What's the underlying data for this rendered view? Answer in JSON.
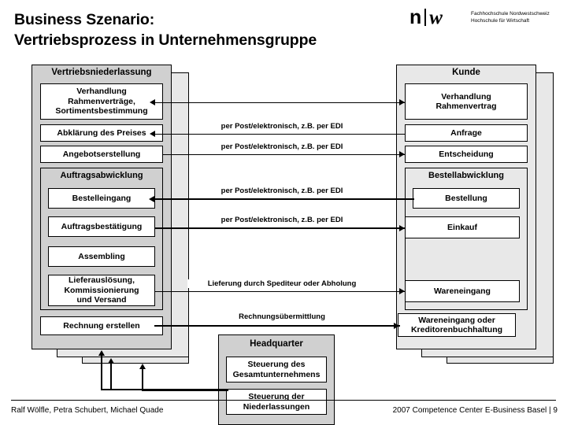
{
  "title": {
    "line1": "Business Szenario:",
    "line2": "Vertriebsprozess in Unternehmensgruppe"
  },
  "logo": {
    "mark_n": "n",
    "mark_w": "w",
    "line1": "Fachhochschule Nordwestschweiz",
    "line2": "Hochschule für Wirtschaft"
  },
  "left_panel": {
    "title": "Vertriebsniederlassung",
    "boxes": [
      {
        "id": "verhandlung",
        "label": "Verhandlung\nRahmenverträge,\nSortimentsbestimmung"
      },
      {
        "id": "abklaerung",
        "label": "Abklärung des Preises"
      },
      {
        "id": "angebot",
        "label": "Angebotserstellung"
      },
      {
        "id": "rechnung",
        "label": "Rechnung erstellen"
      }
    ],
    "group": {
      "label": "Auftragsabwicklung",
      "boxes": [
        {
          "id": "bestelleingang",
          "label": "Bestelleingang"
        },
        {
          "id": "auftragsbestaetigung",
          "label": "Auftragsbestätigung"
        },
        {
          "id": "assembling",
          "label": "Assembling"
        },
        {
          "id": "lieferausloesung",
          "label": "Lieferauslösung,\nKommissionierung\nund Versand"
        }
      ]
    }
  },
  "right_panel": {
    "title": "Kunde",
    "boxes": [
      {
        "id": "verhandlung-rv",
        "label": "Verhandlung\nRahmenvertrag"
      },
      {
        "id": "anfrage",
        "label": "Anfrage"
      },
      {
        "id": "entscheidung",
        "label": "Entscheidung"
      },
      {
        "id": "wareneingang-kredit",
        "label": "Wareneingang oder\nKreditorenbuchhaltung"
      }
    ],
    "group": {
      "label": "Bestellabwicklung",
      "boxes": [
        {
          "id": "bestellung",
          "label": "Bestellung"
        },
        {
          "id": "einkauf",
          "label": "Einkauf"
        },
        {
          "id": "wareneingang",
          "label": "Wareneingang"
        }
      ]
    }
  },
  "headquarter": {
    "title": "Headquarter",
    "boxes": [
      {
        "id": "steuerung-gesamt",
        "label": "Steuerung des\nGesamtunternehmens"
      },
      {
        "id": "steuerung-niederlassungen",
        "label": "Steuerung der\nNiederlassungen"
      }
    ]
  },
  "connectors": [
    {
      "id": "c1",
      "label": "",
      "direction": "both"
    },
    {
      "id": "c2",
      "label": "per Post/elektronisch, z.B. per EDI",
      "direction": "left"
    },
    {
      "id": "c3",
      "label": "per Post/elektronisch, z.B. per EDI",
      "direction": "right"
    },
    {
      "id": "c4",
      "label": "per Post/elektronisch, z.B. per EDI",
      "direction": "left"
    },
    {
      "id": "c5",
      "label": "per Post/elektronisch, z.B. per EDI",
      "direction": "right"
    },
    {
      "id": "c6",
      "label": "Lieferung durch Spediteur oder Abholung",
      "direction": "right"
    },
    {
      "id": "c7",
      "label": "Rechnungsübermittlung",
      "direction": "right"
    }
  ],
  "footer": {
    "left": "Ralf Wölfle, Petra Schubert, Michael Quade",
    "right": "2007 Competence Center E-Business Basel |  9"
  },
  "colors": {
    "panel_front": "#d0d0d0",
    "panel_back": "#e8e8e8",
    "box": "#ffffff",
    "line": "#000000"
  }
}
